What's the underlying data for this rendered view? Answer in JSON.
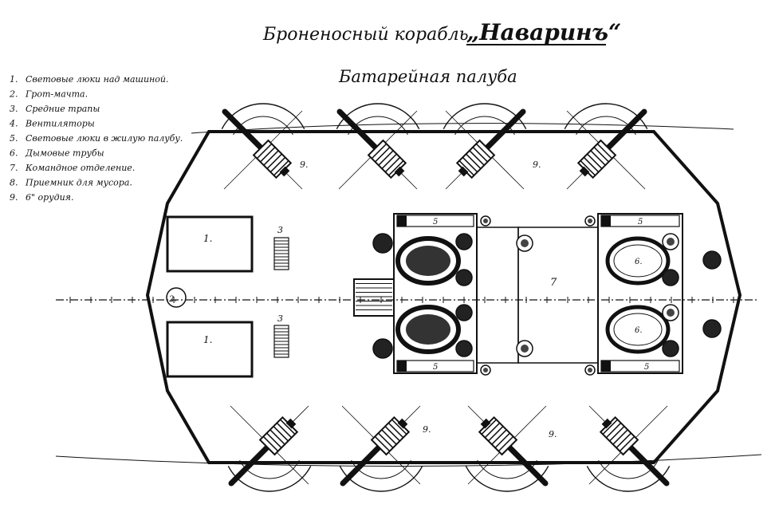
{
  "title": {
    "prefix": "Броненосный корабль",
    "ship": "„Наваринъ“"
  },
  "subtitle": "Батарейная палуба",
  "legend": [
    {
      "n": "1.",
      "text": "Световые люки над машиной."
    },
    {
      "n": "2.",
      "text": "Грот-мачта."
    },
    {
      "n": "3.",
      "text": "Средние трапы"
    },
    {
      "n": "4.",
      "text": "Вентиляторы"
    },
    {
      "n": "5.",
      "text": "Световые люки в жилую палубу."
    },
    {
      "n": "6.",
      "text": "Дымовые трубы"
    },
    {
      "n": "7.",
      "text": "Командное отделение."
    },
    {
      "n": "8.",
      "text": "Приемник для мусора."
    },
    {
      "n": "9.",
      "text": "6\" орудия."
    }
  ],
  "labels": {
    "skylight": "1.",
    "mast": "2.",
    "ladder": "3",
    "casing": "5",
    "funnel": "6.",
    "command": "7",
    "gun": "9."
  },
  "icons": {
    "gun": "six-inch-gun-icon",
    "ventilator": "ventilator-icon",
    "funnel": "funnel-icon"
  },
  "colors": {
    "ink": "#111111",
    "paper": "#ffffff"
  }
}
